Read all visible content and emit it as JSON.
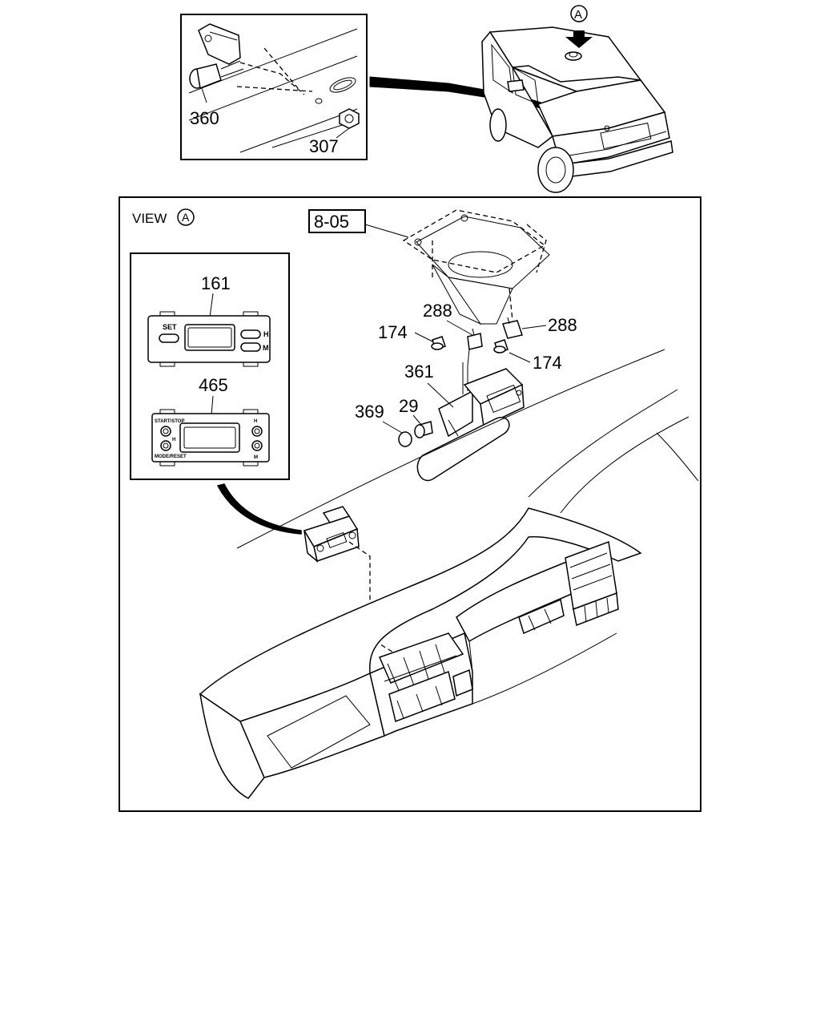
{
  "callouts": {
    "part_360": "360",
    "part_307": "307",
    "part_161": "161",
    "part_465": "465",
    "part_288_left": "288",
    "part_288_right": "288",
    "part_174_left": "174",
    "part_174_right": "174",
    "part_361": "361",
    "part_369": "369",
    "part_29": "29",
    "ref_8_05": "8-05"
  },
  "view_marker": {
    "letter": "A",
    "view_label": "VIEW"
  },
  "switch_161": {
    "set": "SET",
    "h": "H",
    "m": "M"
  },
  "switch_465": {
    "start_stop": "START/STOP",
    "h_left": "H",
    "h_right": "H",
    "mode_reset": "MODE/RESET",
    "m": "M"
  }
}
